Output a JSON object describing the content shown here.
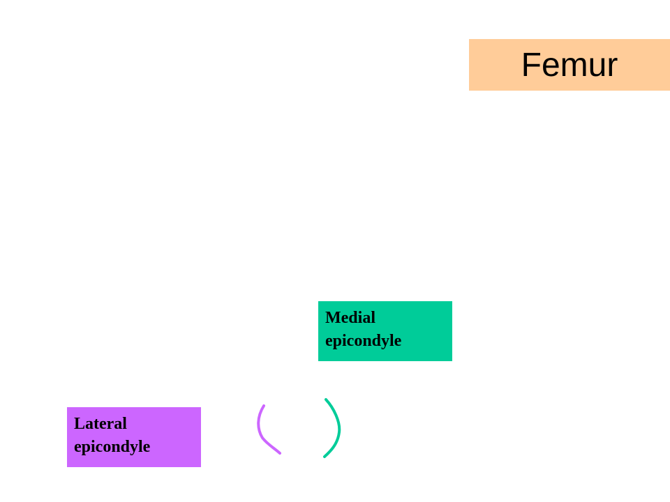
{
  "title": {
    "text": "Femur",
    "background": "#FFCC99"
  },
  "labels": {
    "medial": {
      "line1": "Medial",
      "line2": "epicondyle",
      "background": "#00CC99"
    },
    "lateral": {
      "line1": "Lateral",
      "line2": "epicondyle",
      "background": "#CC66FF"
    }
  },
  "markers": {
    "lateral_color": "#CC66FF",
    "medial_color": "#00CC99"
  }
}
